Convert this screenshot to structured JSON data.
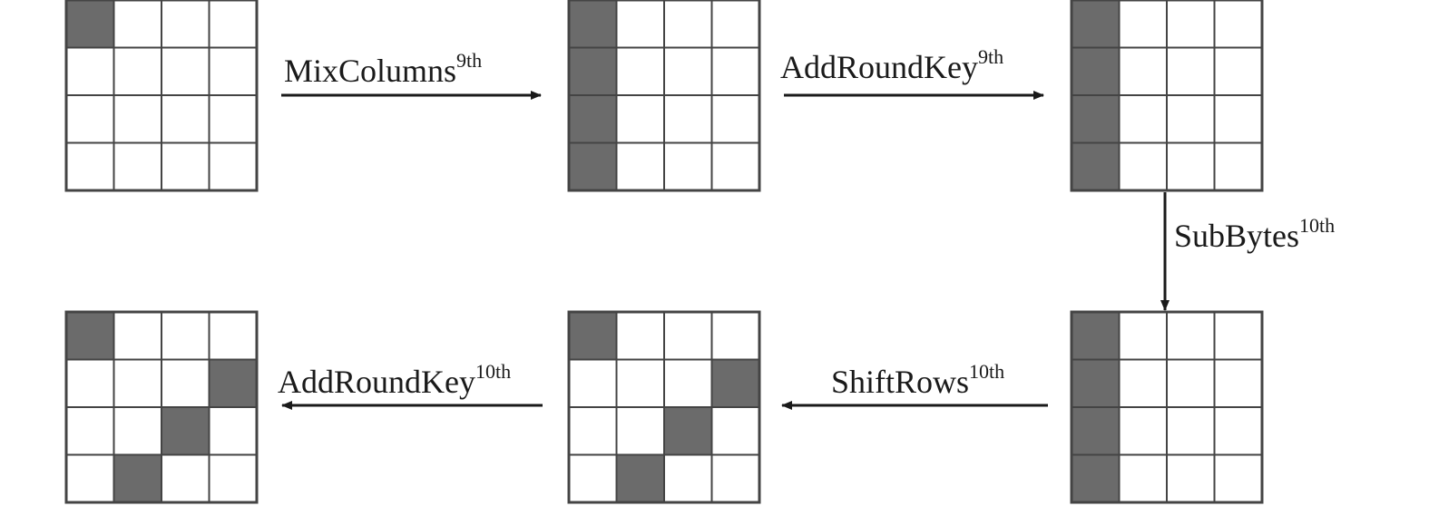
{
  "colors": {
    "shaded": "#6b6b6b",
    "empty": "#ffffff",
    "grid": "#444444",
    "arrow": "#1a1a1a"
  },
  "states": [
    {
      "name": "state-1",
      "shaded": [
        [
          0,
          0
        ]
      ]
    },
    {
      "name": "state-2",
      "shaded": [
        [
          0,
          0
        ],
        [
          1,
          0
        ],
        [
          2,
          0
        ],
        [
          3,
          0
        ]
      ]
    },
    {
      "name": "state-3",
      "shaded": [
        [
          0,
          0
        ],
        [
          1,
          0
        ],
        [
          2,
          0
        ],
        [
          3,
          0
        ]
      ]
    },
    {
      "name": "state-4",
      "shaded": [
        [
          0,
          0
        ],
        [
          1,
          0
        ],
        [
          2,
          0
        ],
        [
          3,
          0
        ]
      ]
    },
    {
      "name": "state-5",
      "shaded": [
        [
          0,
          0
        ],
        [
          1,
          3
        ],
        [
          2,
          2
        ],
        [
          3,
          1
        ]
      ]
    },
    {
      "name": "state-6",
      "shaded": [
        [
          0,
          0
        ],
        [
          1,
          3
        ],
        [
          2,
          2
        ],
        [
          3,
          1
        ]
      ]
    }
  ],
  "steps": [
    {
      "op": "MixColumns",
      "round": "9th"
    },
    {
      "op": "AddRoundKey",
      "round": "9th"
    },
    {
      "op": "SubBytes",
      "round": "10th"
    },
    {
      "op": "ShiftRows",
      "round": "10th"
    },
    {
      "op": "AddRoundKey",
      "round": "10th"
    }
  ]
}
